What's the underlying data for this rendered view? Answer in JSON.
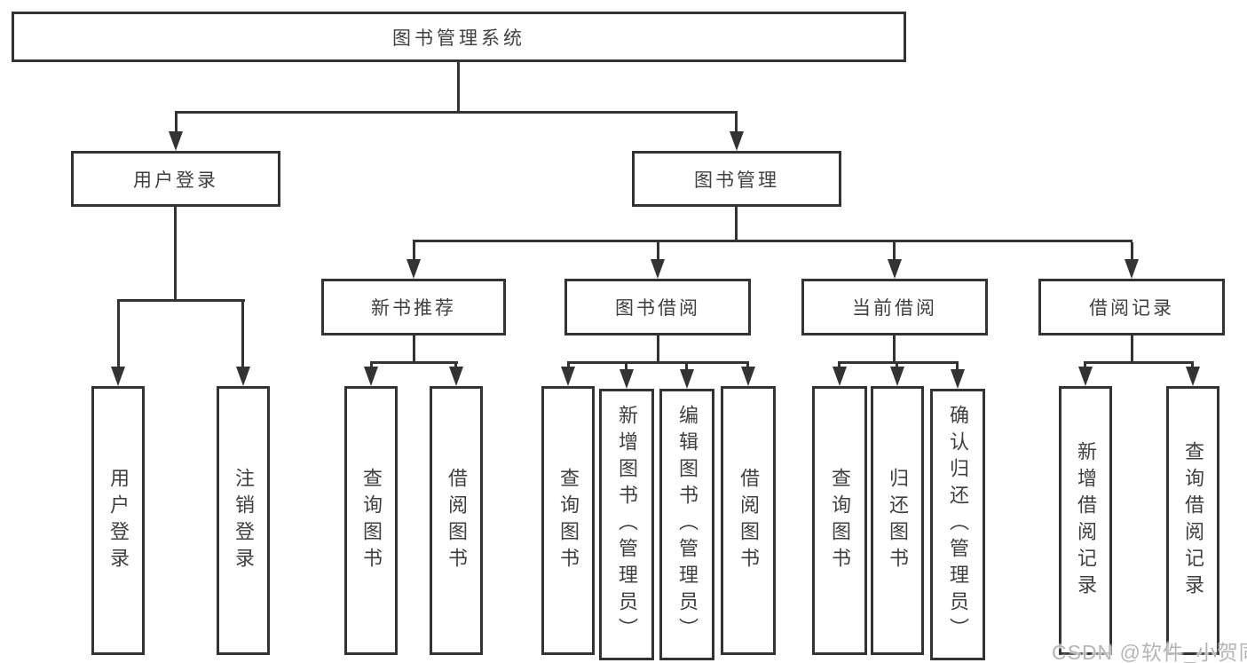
{
  "tree": {
    "root": {
      "label": "图书管理系统",
      "children": [
        {
          "label": "用户登录",
          "children": [
            {
              "label": "用户登录"
            },
            {
              "label": "注销登录"
            }
          ]
        },
        {
          "label": "图书管理",
          "children": [
            {
              "label": "新书推荐",
              "children": [
                {
                  "label": "查询图书"
                },
                {
                  "label": "借阅图书"
                }
              ]
            },
            {
              "label": "图书借阅",
              "children": [
                {
                  "label": "查询图书"
                },
                {
                  "label": "新增图书（管理员）"
                },
                {
                  "label": "编辑图书（管理员）"
                },
                {
                  "label": "借阅图书"
                }
              ]
            },
            {
              "label": "当前借阅",
              "children": [
                {
                  "label": "查询图书"
                },
                {
                  "label": "归还图书"
                },
                {
                  "label": "确认归还（管理员）"
                }
              ]
            },
            {
              "label": "借阅记录",
              "children": [
                {
                  "label": "新增借阅记录"
                },
                {
                  "label": "查询借阅记录"
                }
              ]
            }
          ]
        }
      ]
    }
  },
  "watermark": {
    "text": "CSDN @软件_小贺同学"
  },
  "colors": {
    "line": "#333333",
    "text": "#3f3f3f",
    "watermark": "#b5b5b5",
    "background": "#ffffff"
  }
}
